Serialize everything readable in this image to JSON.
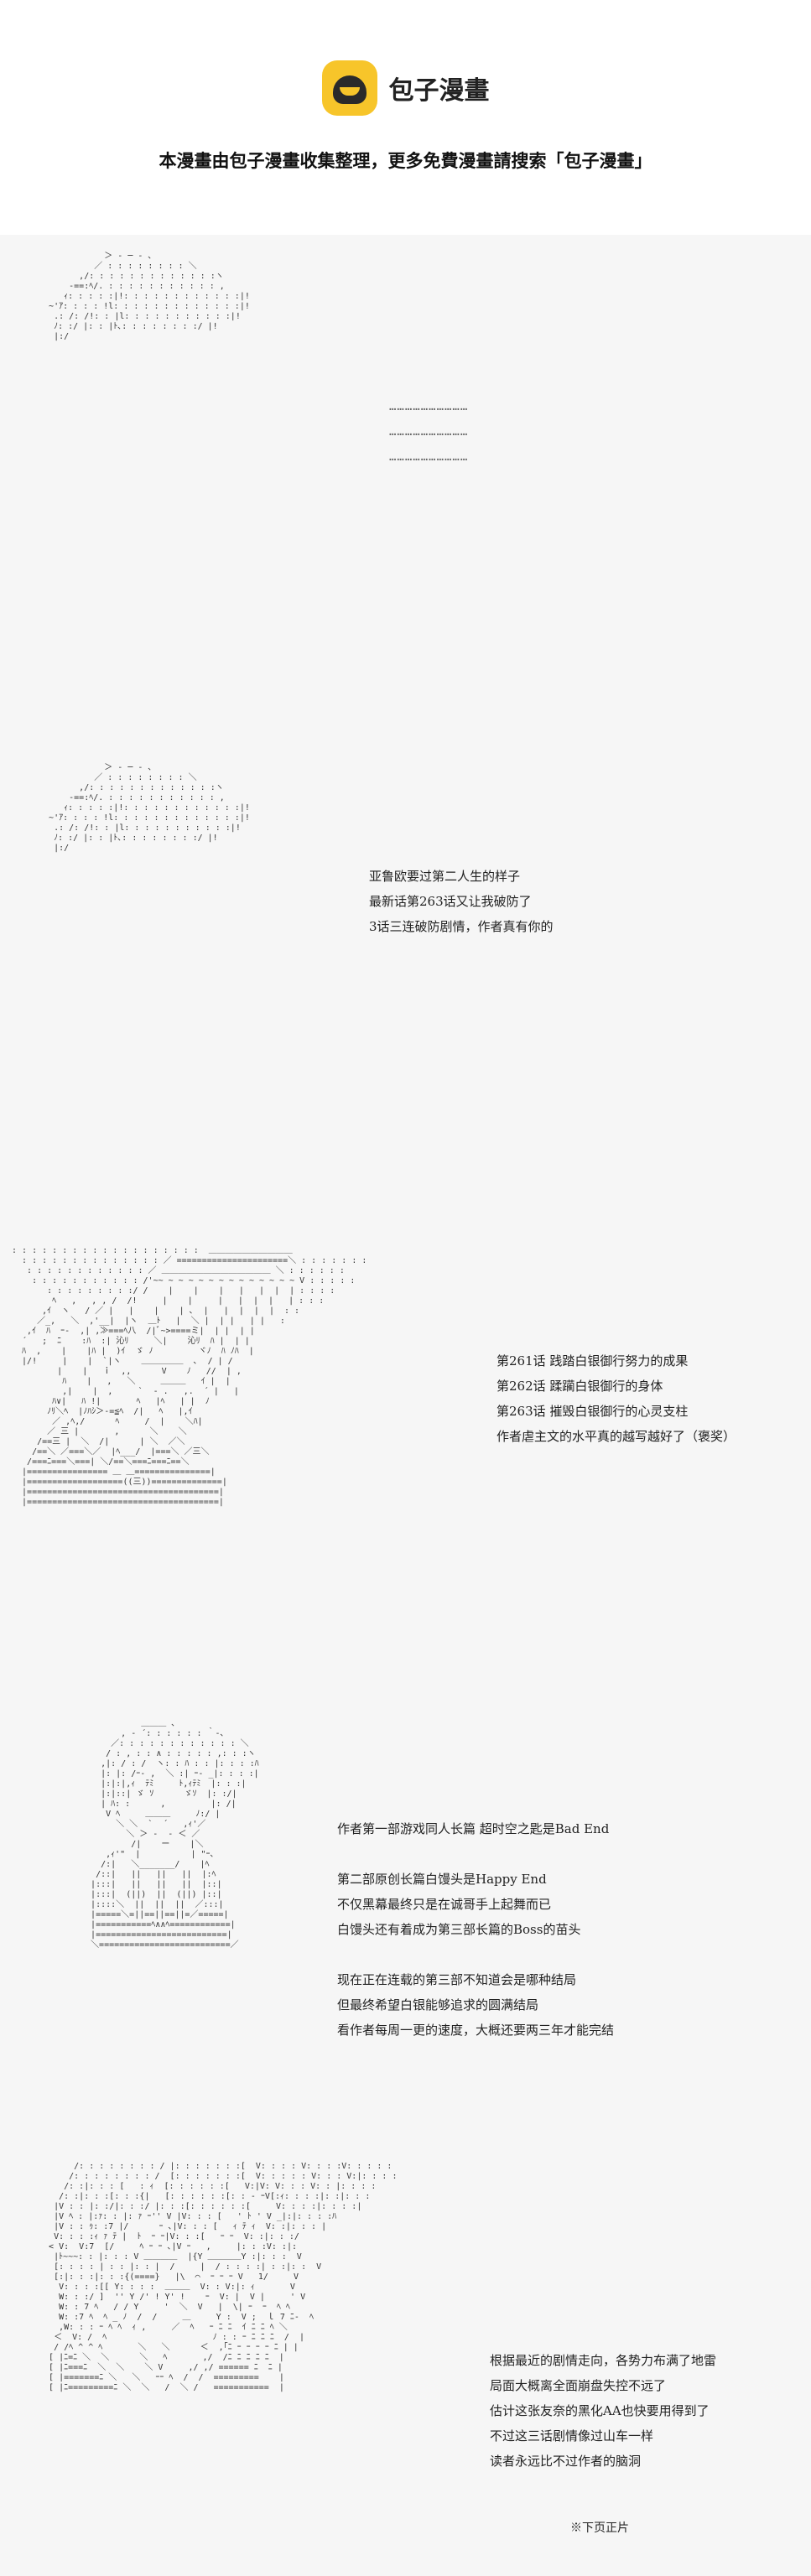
{
  "header": {
    "brand": "包子漫畫",
    "notice": "本漫畫由包子漫畫收集整理，更多免費漫畫請搜索「包子漫畫」"
  },
  "panels": [
    {
      "id": 1,
      "captions": [],
      "dots": [
        "…………………………",
        "…………………………",
        "…………………………"
      ]
    },
    {
      "id": 2,
      "captions": [
        "亚鲁欧要过第二人生的样子",
        "最新话第263话又让我破防了",
        "3话三连破防剧情，作者真有你的"
      ]
    },
    {
      "id": 3,
      "captions": [
        "第261话  践踏白银御行努力的成果",
        "第262话  蹂躏白银御行的身体",
        "第263话  摧毁白银御行的心灵支柱",
        "作者虐主文的水平真的越写越好了（褒奖）"
      ]
    },
    {
      "id": 4,
      "captions": [
        "作者第一部游戏同人长篇 超时空之匙是Bad End",
        "",
        "第二部原创长篇白馒头是Happy End",
        "不仅黑幕最终只是在诚哥手上起舞而已",
        "白馒头还有着成为第三部长篇的Boss的苗头",
        "",
        "现在正在连载的第三部不知道会是哪种结局",
        "但最终希望白银能够追求的圆满结局",
        "看作者每周一更的速度，大概还要两三年才能完结"
      ]
    },
    {
      "id": 5,
      "captions": [
        "根据最近的剧情走向，各势力布满了地雷",
        "局面大概离全面崩盘失控不远了",
        "估计这张友奈的黑化AA也快要用得到了",
        "不过这三话剧情像过山车一样",
        "读者永远比不过作者的脑洞"
      ]
    }
  ],
  "footer": {
    "next_page": "※下页正片"
  }
}
